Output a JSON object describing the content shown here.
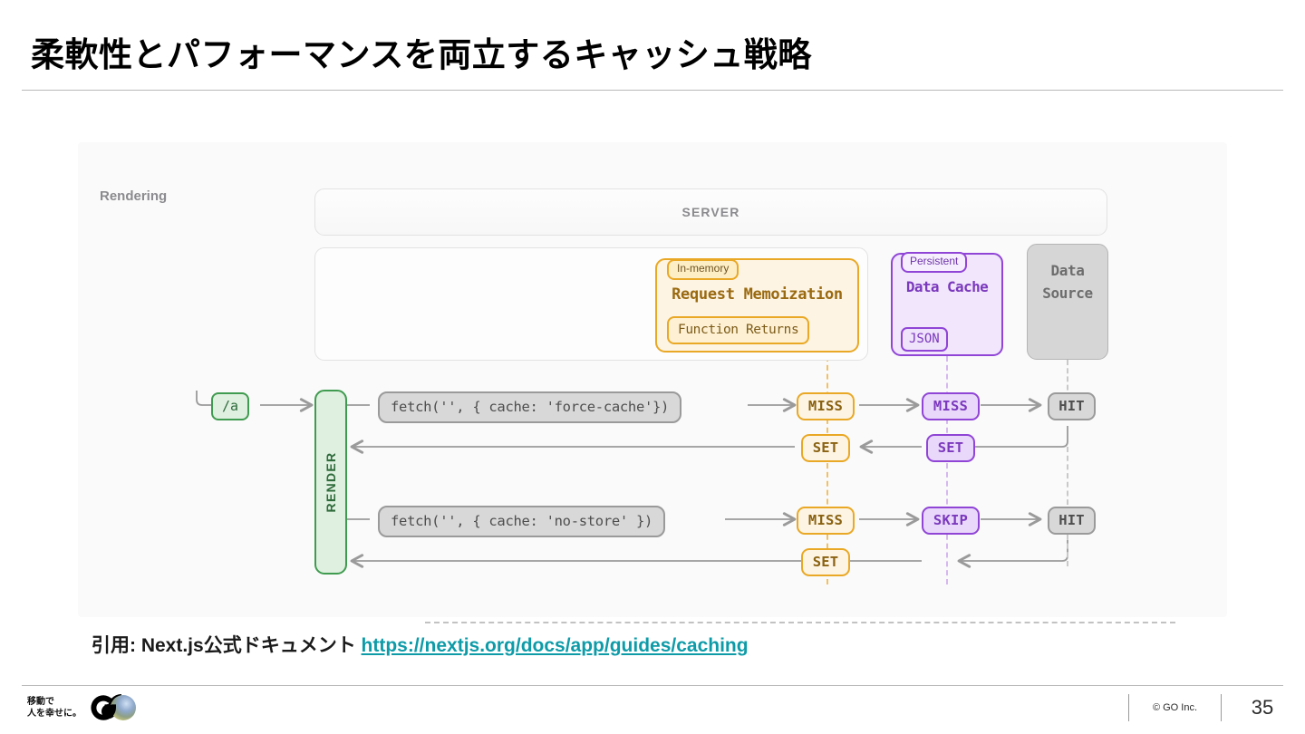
{
  "slide": {
    "title": "柔軟性とパフォーマンスを両立するキャッシュ戦略",
    "page_number": "35",
    "copyright": "© GO Inc."
  },
  "logo": {
    "tagline_line1": "移動で",
    "tagline_line2": "人を幸せに。",
    "mark": "GO"
  },
  "caption": {
    "prefix": "引用: Next.js公式ドキュメント ",
    "link_text": "https://nextjs.org/docs/app/guides/caching"
  },
  "diagram": {
    "server_label": "SERVER",
    "rendering_label": "Rendering",
    "memoization": {
      "tag": "In-memory",
      "title": "Request Memoization",
      "sub": "Function Returns",
      "color": "#e9a825"
    },
    "data_cache": {
      "tag": "Persistent",
      "title": "Data Cache",
      "sub": "JSON",
      "color": "#9045d6"
    },
    "data_source": {
      "line1": "Data",
      "line2": "Source",
      "color": "#9a9a9a"
    },
    "route_pill": "/a",
    "render_bar": "RENDER",
    "rows": [
      {
        "request": "fetch('', { cache: 'force-cache'})",
        "memo_status": "MISS",
        "cache_status": "MISS",
        "source_status": "HIT",
        "memo_return": "SET",
        "cache_return": "SET"
      },
      {
        "request": "fetch('', { cache: 'no-store' })",
        "memo_status": "MISS",
        "cache_status": "SKIP",
        "source_status": "HIT",
        "memo_return": "SET",
        "cache_return": null
      }
    ]
  }
}
